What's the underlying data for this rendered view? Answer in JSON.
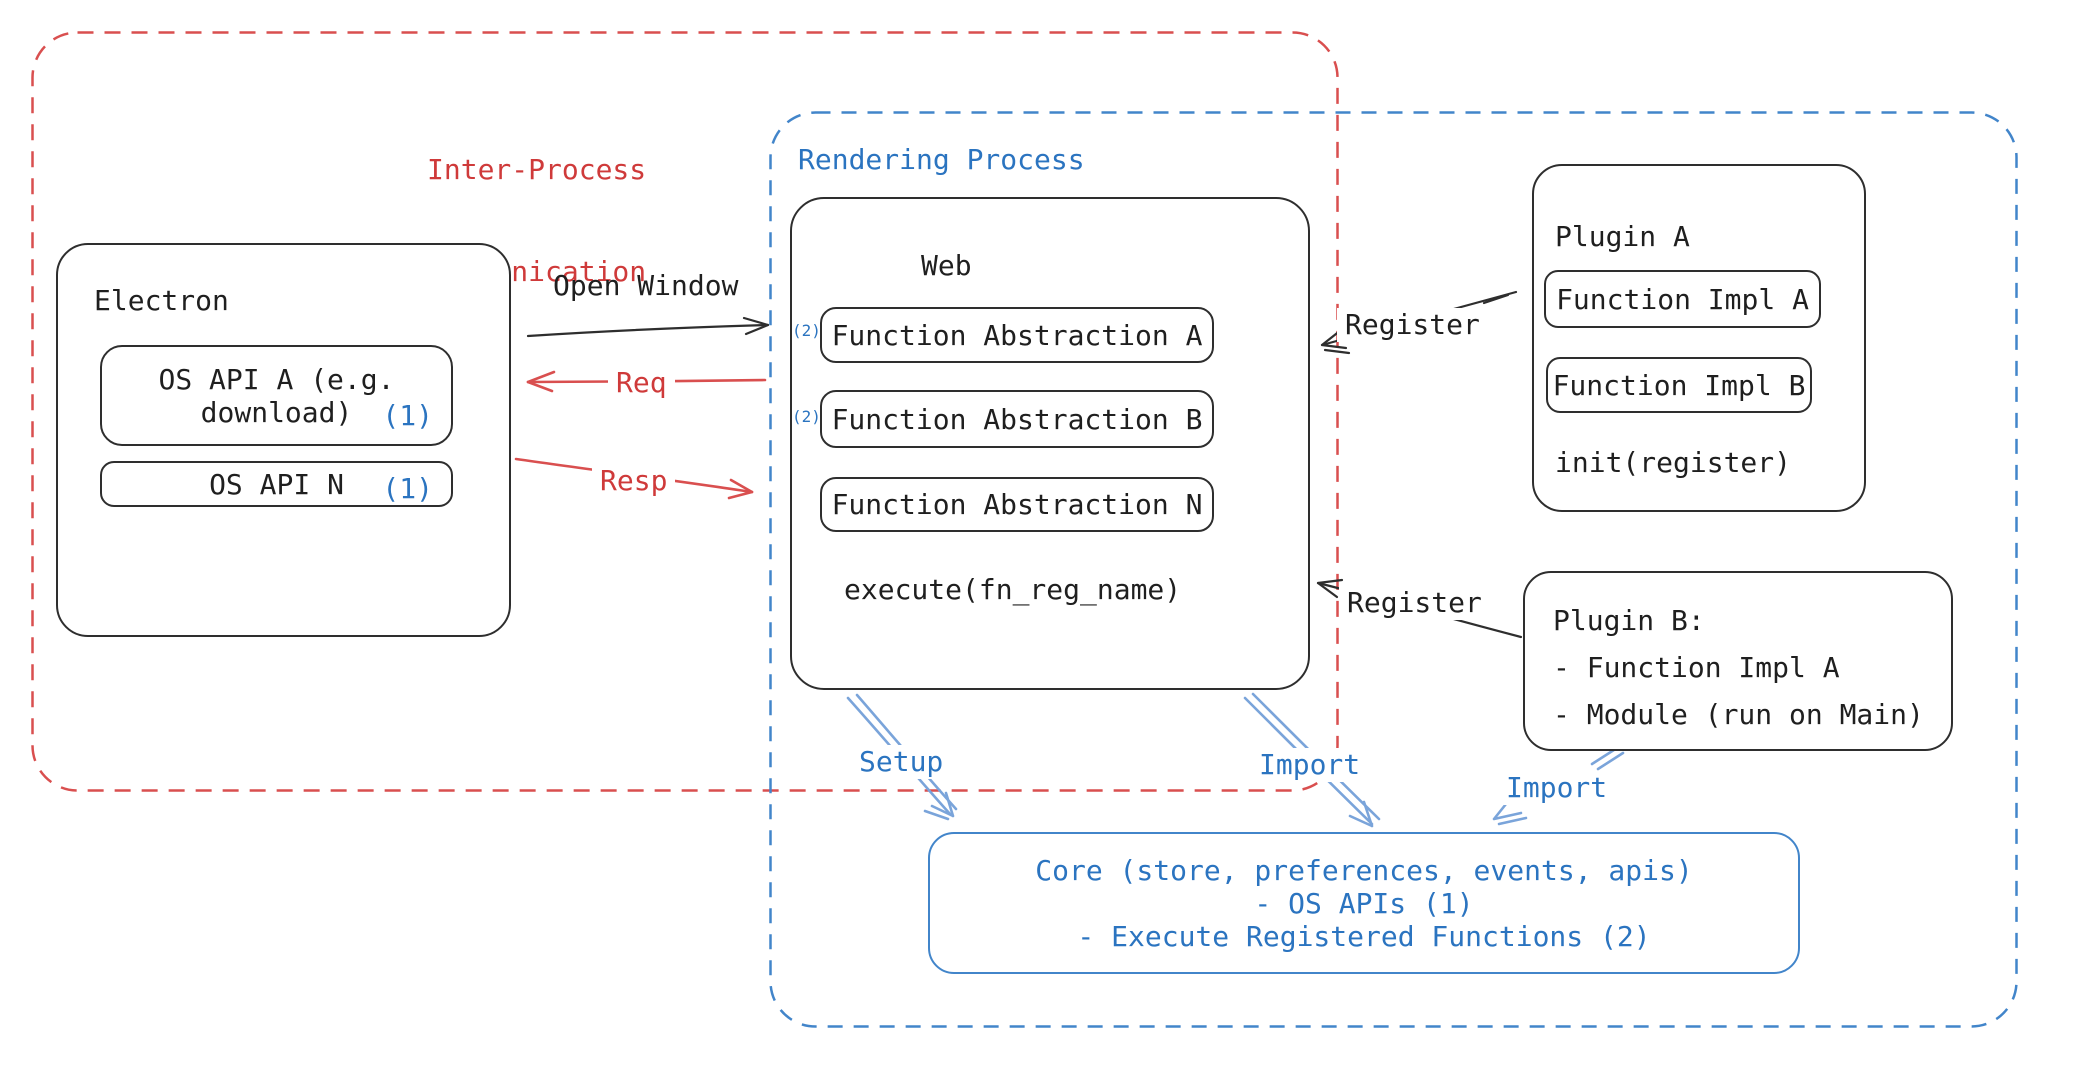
{
  "palette": {
    "ink": "#2e2e2e",
    "text": "#1f1f1f",
    "red": "#d94f4f",
    "red-strong": "#cf3a3a",
    "blue": "#2b74c0",
    "blue-dash": "#4285ca",
    "blue-arrow": "#7aa4da",
    "bg": "#ffffff"
  },
  "ipc": {
    "line1": "Inter-Process",
    "line2": "Communication"
  },
  "rendering": {
    "label": "Rendering Process"
  },
  "electron": {
    "title": "Electron",
    "api_a": {
      "line1": "OS API A (e.g.",
      "line2": "download)",
      "badge": "(1)"
    },
    "api_n": {
      "label": "OS API N",
      "badge": "(1)"
    }
  },
  "web": {
    "title": "Web",
    "items": [
      {
        "label": "Function Abstraction A",
        "badge": "(2)"
      },
      {
        "label": "Function Abstraction B",
        "badge": "(2)"
      },
      {
        "label": "Function Abstraction N",
        "badge": ""
      }
    ],
    "footer": "execute(fn_reg_name)"
  },
  "plugin_a": {
    "title": "Plugin A",
    "impl_a": "Function Impl A",
    "impl_b": "Function Impl B",
    "footer": "init(register)"
  },
  "plugin_b": {
    "line1": "Plugin B:",
    "line2": "- Function Impl A",
    "line3": "- Module (run on Main)"
  },
  "core": {
    "line1": "Core (store, preferences, events, apis)",
    "line2": "- OS APIs (1)",
    "line3": "- Execute Registered Functions (2)"
  },
  "labels": {
    "open_window": "Open Window",
    "req": "Req",
    "resp": "Resp",
    "register_a": "Register",
    "register_b": "Register",
    "setup": "Setup",
    "import_web": "Import",
    "import_plugin": "Import"
  }
}
